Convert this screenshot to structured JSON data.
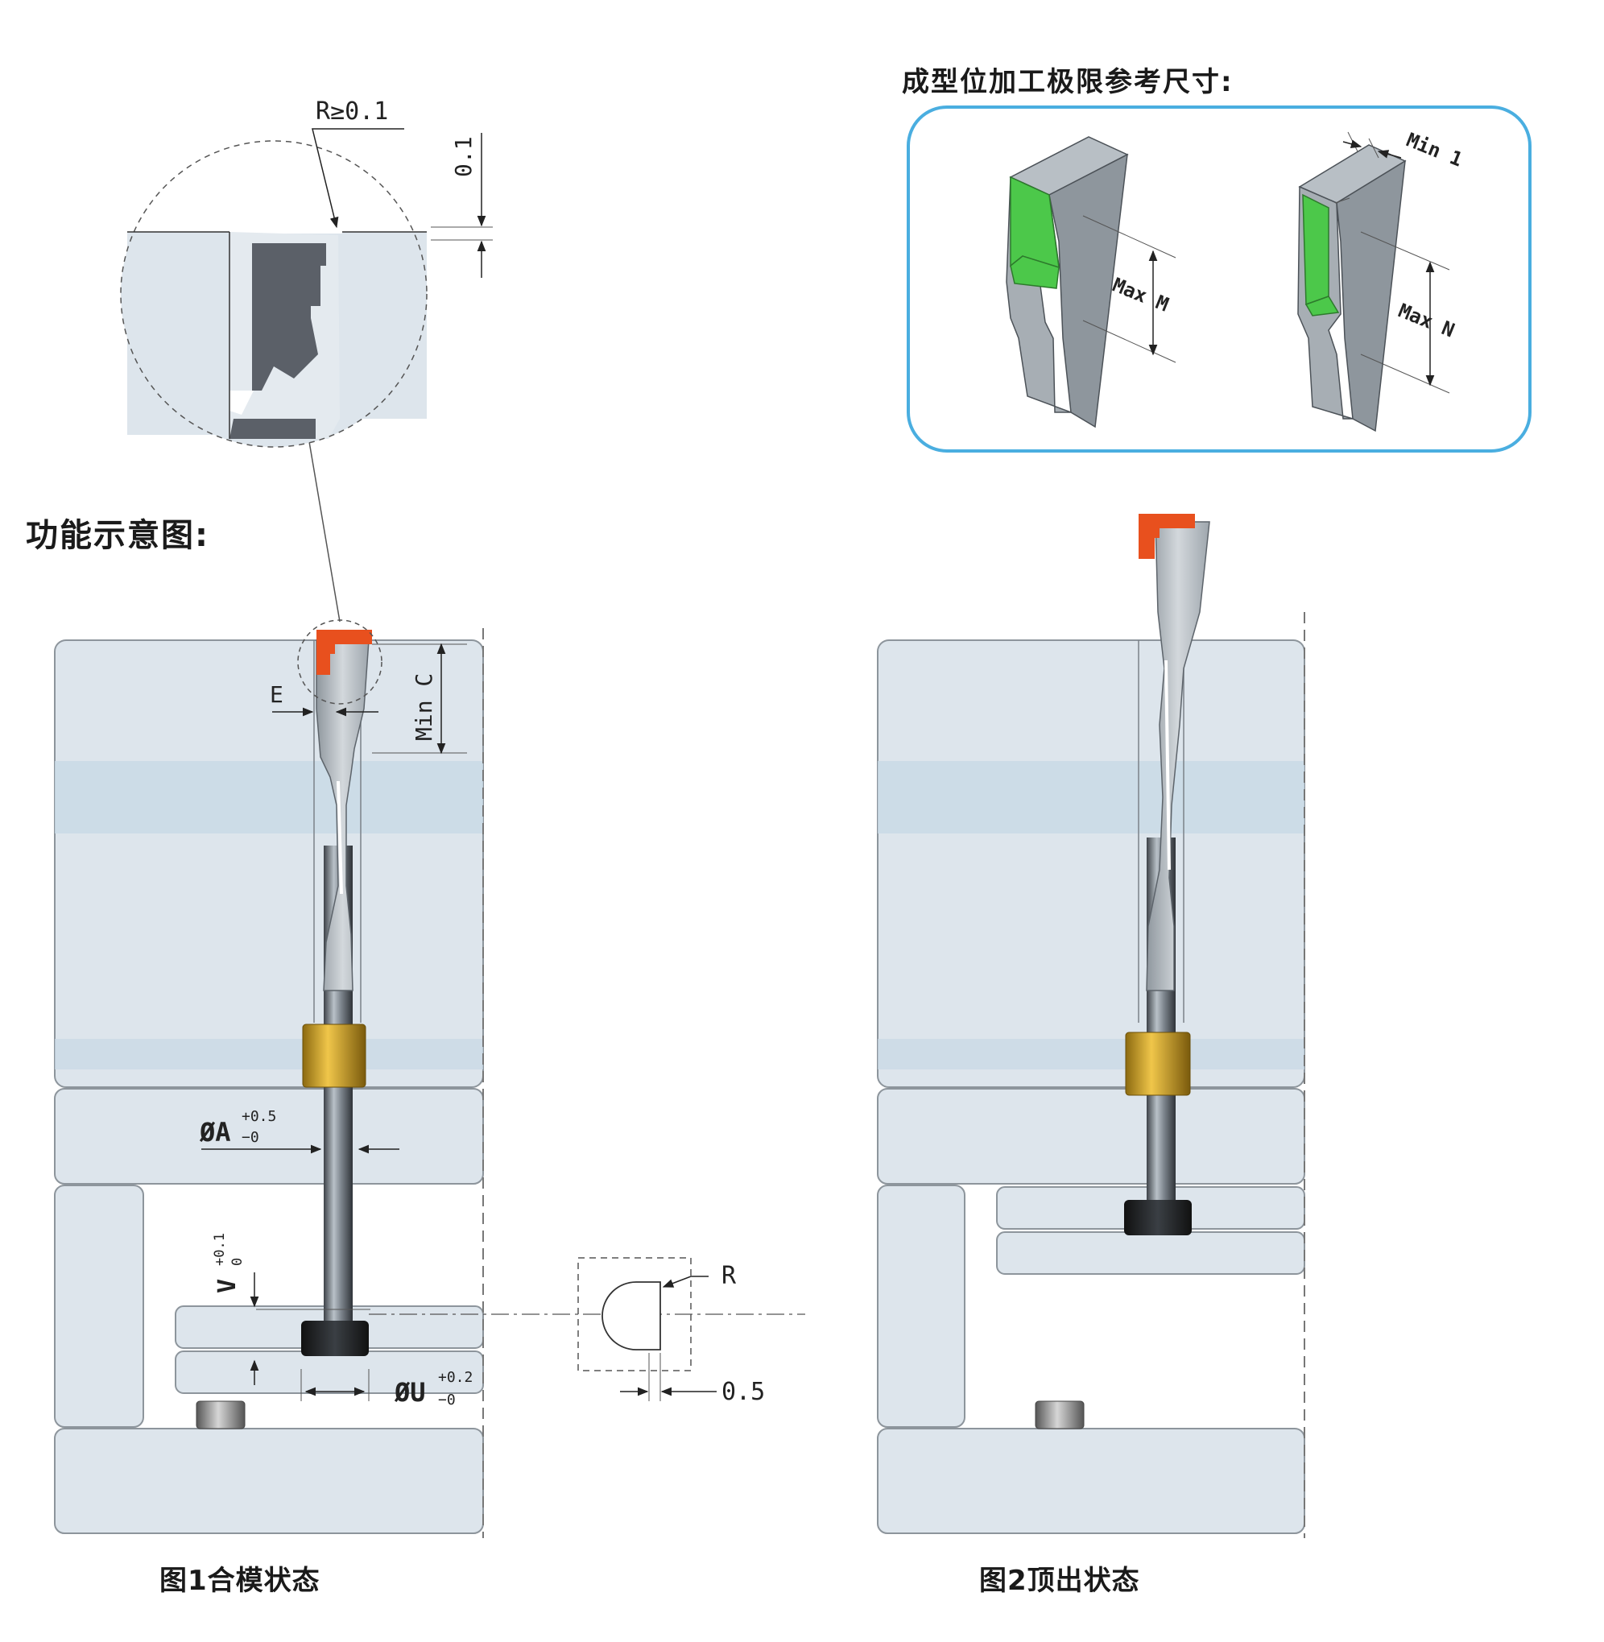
{
  "headings": {
    "function_diagram": "功能示意图:",
    "limit_dimensions": "成型位加工极限参考尺寸:"
  },
  "captions": {
    "fig1": "图1合模状态",
    "fig2": "图2顶出状态"
  },
  "dimensions": {
    "radius_min": "R≥0.1",
    "offset_01": "0.1",
    "e": "E",
    "min_c": "Min C",
    "dia_a": "ØA",
    "dia_a_tol_plus": "+0.5",
    "dia_a_tol_minus": "−0",
    "v": "V",
    "v_tol_plus": "+0.1",
    "v_tol_minus": "0",
    "dia_u": "ØU",
    "dia_u_tol_plus": "+0.2",
    "dia_u_tol_minus": "−0",
    "r": "R",
    "offset_05": "0.5",
    "max_m": "Max M",
    "max_n": "Max N",
    "min_1": "Min 1"
  },
  "colors": {
    "plate": "#dde5ec",
    "plate_band": "#c8d9e6",
    "ejector_pin": "#9aa3aa",
    "dark_part": "#5b6068",
    "bushing_gold": "#c99a1c",
    "molding_orange": "#e8501e",
    "molding_green": "#4cc84a",
    "panel_border": "#4aaee0"
  }
}
